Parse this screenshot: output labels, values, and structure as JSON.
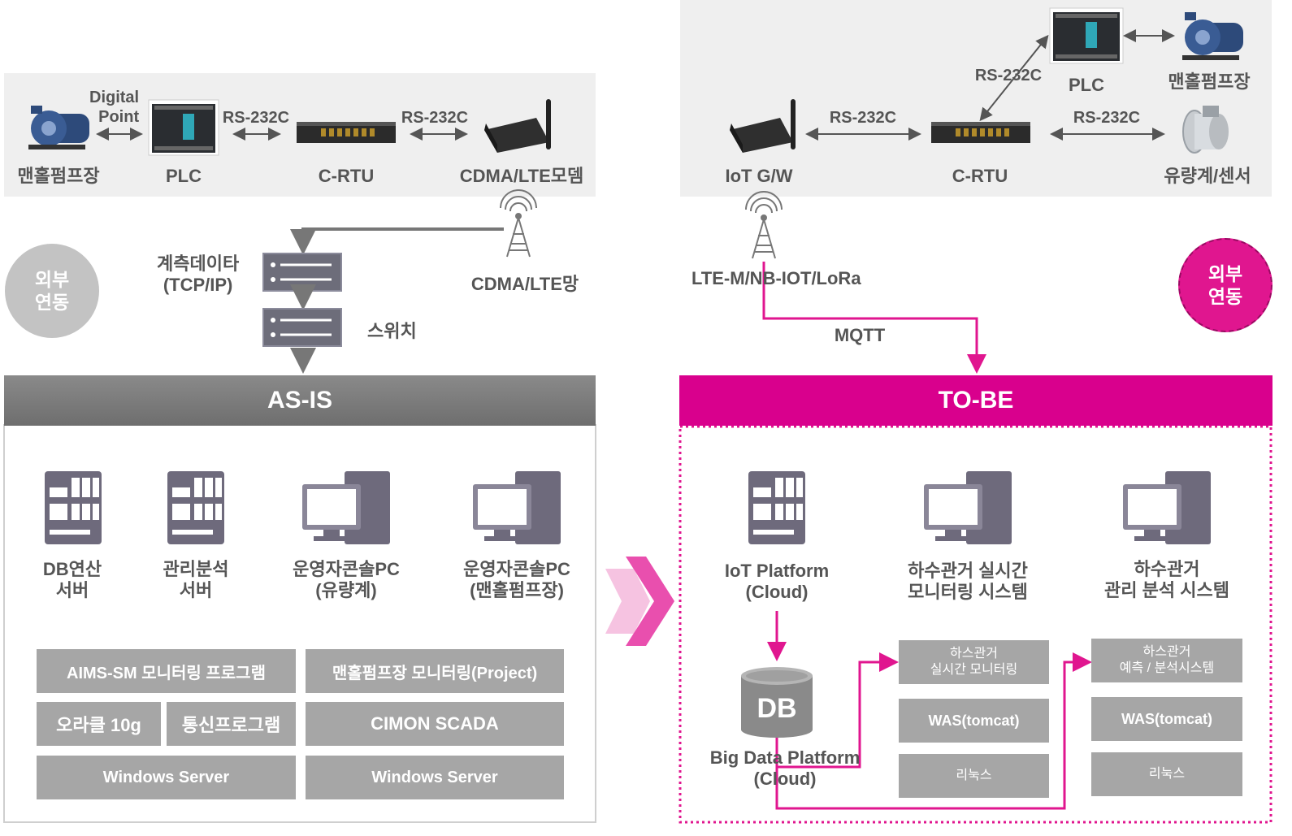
{
  "asis": {
    "header": "AS-IS",
    "devices": {
      "pump": "맨홀펌프장",
      "plc": "PLC",
      "crtu": "C-RTU",
      "modem": "CDMA/LTE모뎀"
    },
    "links": {
      "digital_point": "Digital\nPoint",
      "rs232_1": "RS-232C",
      "rs232_2": "RS-232C"
    },
    "network_label": "CDMA/LTE망",
    "data_label": "계측데이타\n(TCP/IP)",
    "switch_label": "스위치",
    "external_label": "외부\n연동",
    "servers": [
      {
        "label": "DB연산\n서버"
      },
      {
        "label": "관리분석\n서버"
      },
      {
        "label": "운영자콘솔PC\n(유량계)"
      },
      {
        "label": "운영자콘솔PC\n(맨홀펌프장)"
      }
    ],
    "boxes": {
      "aims": "AIMS-SM 모니터링 프로그램",
      "manhole": "맨홀펌프장 모니터링(Project)",
      "oracle": "오라클 10g",
      "comm": "통신프로그램",
      "cimon": "CIMON SCADA",
      "win1": "Windows Server",
      "win2": "Windows Server"
    }
  },
  "tobe": {
    "header": "TO-BE",
    "devices": {
      "gw": "IoT G/W",
      "crtu": "C-RTU",
      "plc": "PLC",
      "pump": "맨홀펌프장",
      "flow": "유량계/센서"
    },
    "links": {
      "rs232_gw": "RS-232C",
      "rs232_plc": "RS-232C",
      "rs232_flow": "RS-232C"
    },
    "network_label": "LTE-M/NB-IOT/LoRa",
    "protocol_label": "MQTT",
    "external_label": "외부\n연동",
    "systems": [
      {
        "label": "IoT Platform\n(Cloud)"
      },
      {
        "label": "하수관거 실시간\n모니터링 시스템"
      },
      {
        "label": "하수관거\n관리 분석 시스템"
      }
    ],
    "db_icon": "DB",
    "bigdata_label": "Big Data Platform\n(Cloud)",
    "stack1": {
      "app": "하스관거\n실시간 모니터링",
      "was": "WAS(tomcat)",
      "os": "리눅스"
    },
    "stack2": {
      "app": "하스관거\n예측 / 분석시스템",
      "was": "WAS(tomcat)",
      "os": "리눅스"
    }
  },
  "colors": {
    "asis_header": "#7f7f7f",
    "tobe_header": "#d9008d",
    "magenta": "#e0168f",
    "gray_box": "#a6a6a6",
    "band": "#efefef"
  }
}
